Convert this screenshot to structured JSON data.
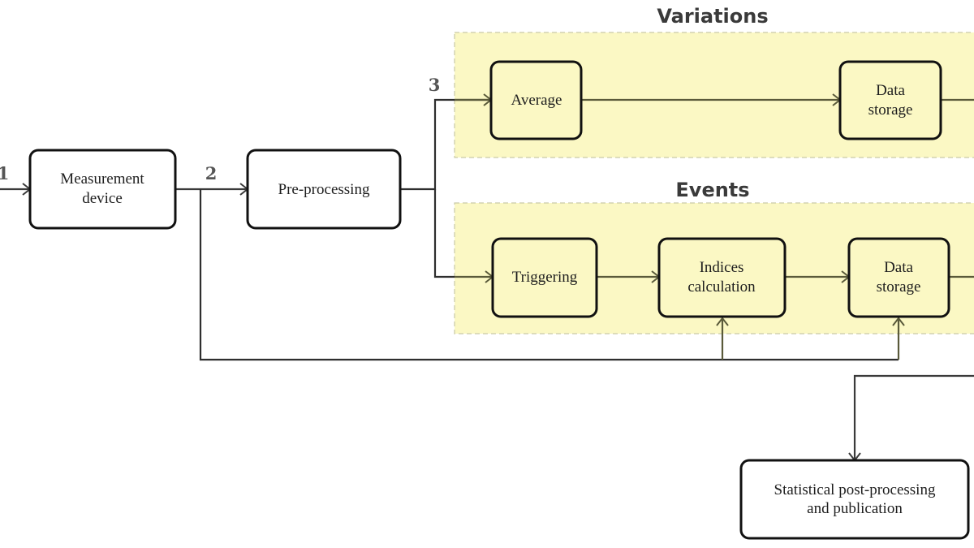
{
  "groups": {
    "variations": {
      "title": "Variations"
    },
    "events": {
      "title": "Events"
    }
  },
  "stage_labels": {
    "one": "1",
    "two": "2",
    "three": "3"
  },
  "nodes": {
    "measurement": {
      "line1": "Measurement",
      "line2": "device"
    },
    "preprocessing": {
      "line1": "Pre-processing"
    },
    "average": {
      "line1": "Average"
    },
    "var_storage": {
      "line1": "Data",
      "line2": "storage"
    },
    "triggering": {
      "line1": "Triggering"
    },
    "indices": {
      "line1": "Indices",
      "line2": "calculation"
    },
    "evt_storage": {
      "line1": "Data",
      "line2": "storage"
    },
    "statistical": {
      "line1": "Statistical post-processing",
      "line2": "and publication"
    }
  },
  "colors": {
    "group_fill": "#fbf8c4",
    "group_border": "#c9c9a8",
    "box_stroke": "#111111",
    "arrow_dark": "#2e2e2e",
    "arrow_olive": "#5a5a3a"
  }
}
